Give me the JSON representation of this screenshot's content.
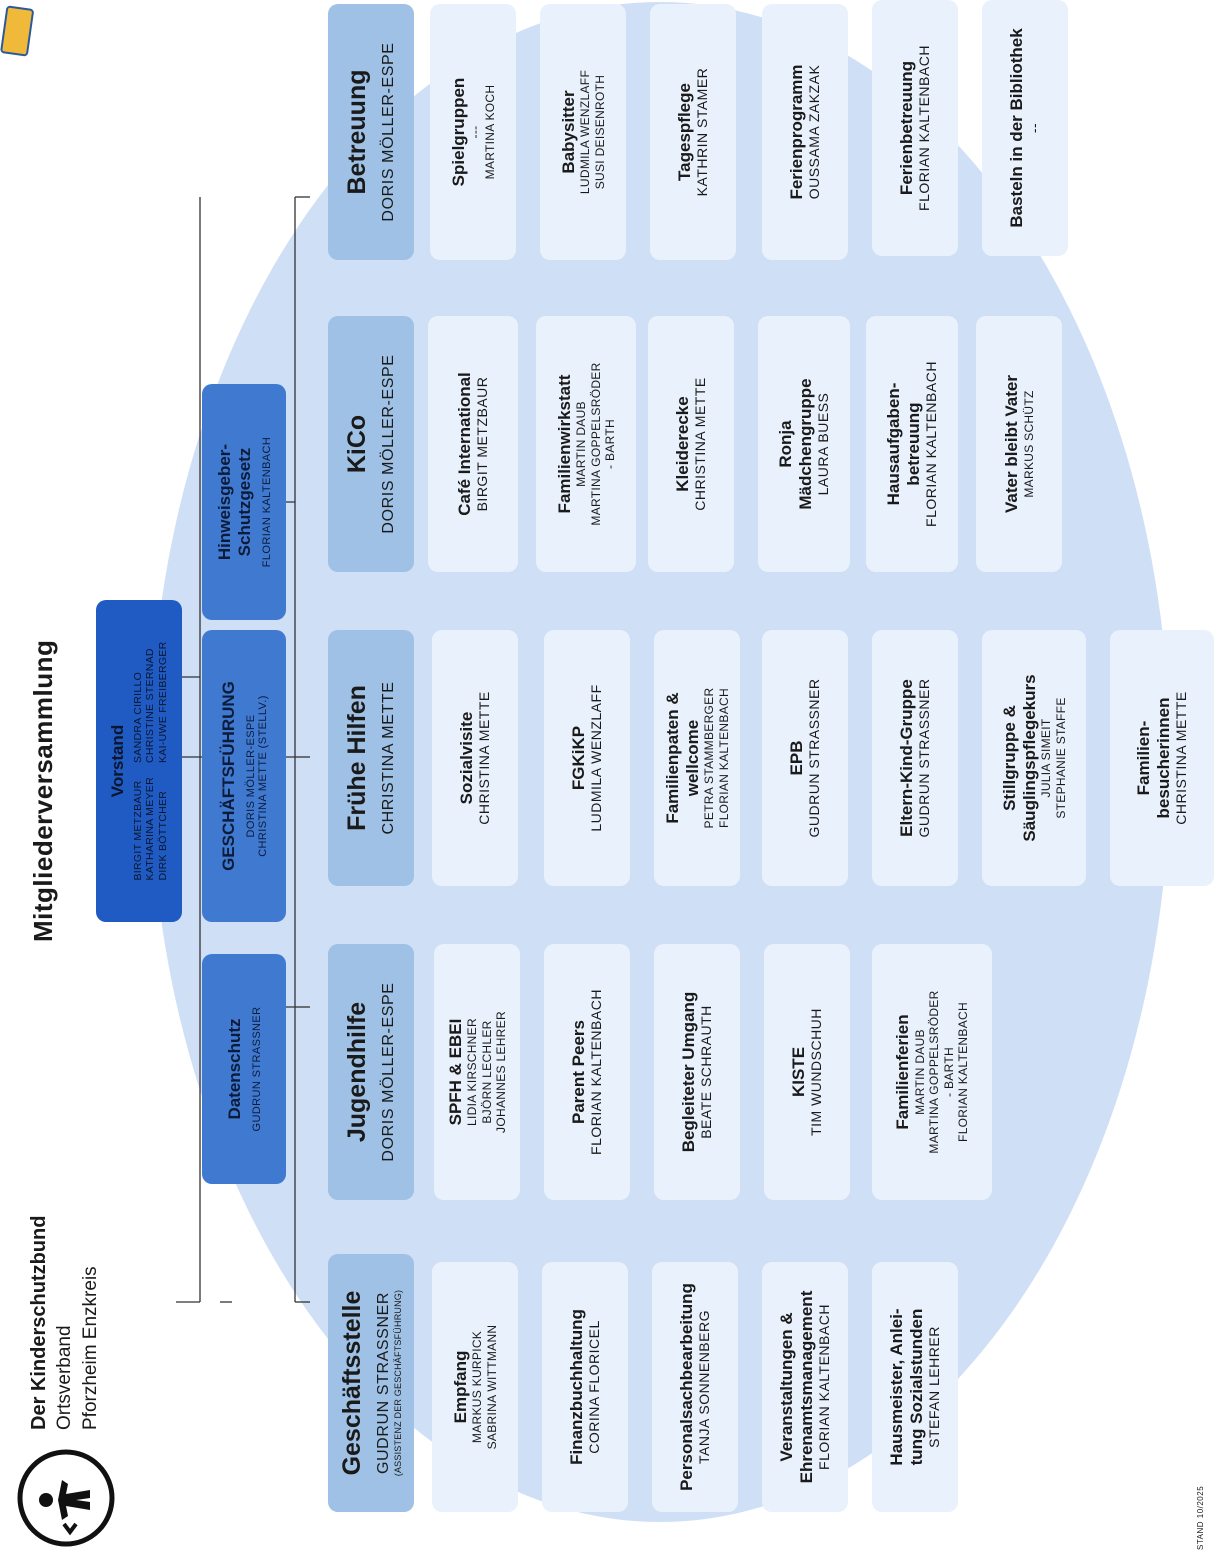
{
  "org": {
    "name": "Der Kinderschutzbund",
    "line1": "Ortsverband",
    "line2": "Pforzheim Enzkreis",
    "logo_icon": "child-protection-logo-icon"
  },
  "main_title": "Mitgliederversammlung",
  "footer": "STAND 10/2025",
  "colors": {
    "circle": "#cfdff6",
    "subunit": "#e9f1fc",
    "department": "#9ec1e5",
    "management": "#3f7ad0",
    "board": "#1f5bc2"
  },
  "board": {
    "title": "Vorstand",
    "left": "BIRGIT METZBAUR\nKATHARINA MEYER\nDIRK BÖTTCHER",
    "right": "SANDRA CIRILLO\nCHRISTINE STERNAD\nKAI-UWE FREIBERGER"
  },
  "management": [
    {
      "title": "Datenschutz",
      "names": "GUDRUN STRASSNER"
    },
    {
      "title": "GESCHÄFTSFÜHRUNG",
      "names": "DORIS MÖLLER-ESPE\nCHRISTINA METTE (STELLV.)"
    },
    {
      "title": "Hinweisgeber-\nSchutzgesetz",
      "names": "FLORIAN KALTENBACH"
    }
  ],
  "departments": [
    {
      "title": "Geschäftsstelle",
      "name": "GUDRUN STRASSNER",
      "note": "(ASSISTENZ DER GESCHÄFTSFÜHRUNG)",
      "units": [
        {
          "title": "Empfang",
          "names": "MARKUS KURPICK\nSABRINA WITTMANN"
        },
        {
          "title": "Finanzbuchhaltung",
          "names": "CORINA FLORICEL"
        },
        {
          "title": "Personalsachbearbeitung",
          "names": "TANJA SONNENBERG"
        },
        {
          "title": "Veranstaltungen &\nEhrenamtsmanagement",
          "names": "FLORIAN KALTENBACH"
        },
        {
          "title": "Hausmeister, Anlei-\ntung Sozialstunden",
          "names": "STEFAN LEHRER"
        }
      ]
    },
    {
      "title": "Jugendhilfe",
      "name": "DORIS MÖLLER-ESPE",
      "units": [
        {
          "title": "SPFH & EBEI",
          "names": "LIDIA KIRSCHNER\nBJÖRN LECHLER\nJOHANNES LEHRER"
        },
        {
          "title": "Parent Peers",
          "names": "FLORIAN KALTENBACH"
        },
        {
          "title": "Begleiteter Umgang",
          "names": "BEATE SCHRAUTH"
        },
        {
          "title": "KISTE",
          "names": "TIM WUNDSCHUH"
        },
        {
          "title": "Familienferien",
          "names": "MARTIN DAUB\nMARTINA GOPPELSRÖDER\n- BARTH\nFLORIAN KALTENBACH"
        }
      ]
    },
    {
      "title": "Frühe Hilfen",
      "name": "CHRISTINA METTE",
      "units": [
        {
          "title": "Sozialvisite",
          "names": "CHRISTINA METTE"
        },
        {
          "title": "FGKiKP",
          "names": "LUDMILA WENZLAFF"
        },
        {
          "title": "Familienpaten &\nwellcome",
          "names": "PETRA STAMMBERGER\nFLORIAN KALTENBACH"
        },
        {
          "title": "EPB",
          "names": "GUDRUN STRASSNER"
        },
        {
          "title": "Eltern-Kind-Gruppe",
          "names": "GUDRUN STRASSNER"
        },
        {
          "title": "Stillgruppe &\nSäuglingspflegekurs",
          "names": "JULIA SIMEIT\nSTEPHANIE STAFFE"
        },
        {
          "title": "Familien-\nbesucherinnen",
          "names": "CHRISTINA METTE"
        }
      ]
    },
    {
      "title": "KiCo",
      "name": "DORIS MÖLLER-ESPE",
      "units": [
        {
          "title": "Café International",
          "names": "BIRGIT METZBAUR"
        },
        {
          "title": "Familienwirkstatt",
          "names": "MARTIN DAUB\nMARTINA GOPPELSRÖDER\n- BARTH"
        },
        {
          "title": "Kleiderecke",
          "names": "CHRISTINA METTE"
        },
        {
          "title": "Ronja\nMädchengruppe",
          "names": "LAURA BUESS"
        },
        {
          "title": "Hausaufgaben-\nbetreuung",
          "names": "FLORIAN KALTENBACH"
        },
        {
          "title": "Vater bleibt Vater",
          "names": "MARKUS SCHÜTZ"
        }
      ]
    },
    {
      "title": "Betreuung",
      "name": "DORIS MÖLLER-ESPE",
      "units": [
        {
          "title": "Spielgruppen",
          "names": "---\nMARTINA KOCH"
        },
        {
          "title": "Babysitter",
          "names": "LUDMILA WENZLAFF\nSUSI DEISENROTH"
        },
        {
          "title": "Tagespflege",
          "names": "KATHRIN STAMER"
        },
        {
          "title": "Ferienprogramm",
          "names": "OUSSAMA ZAKZAK"
        },
        {
          "title": "Ferienbetreuung",
          "names": "FLORIAN KALTENBACH"
        },
        {
          "title": "Basteln in der Bibliothek",
          "names": "--"
        }
      ]
    }
  ]
}
